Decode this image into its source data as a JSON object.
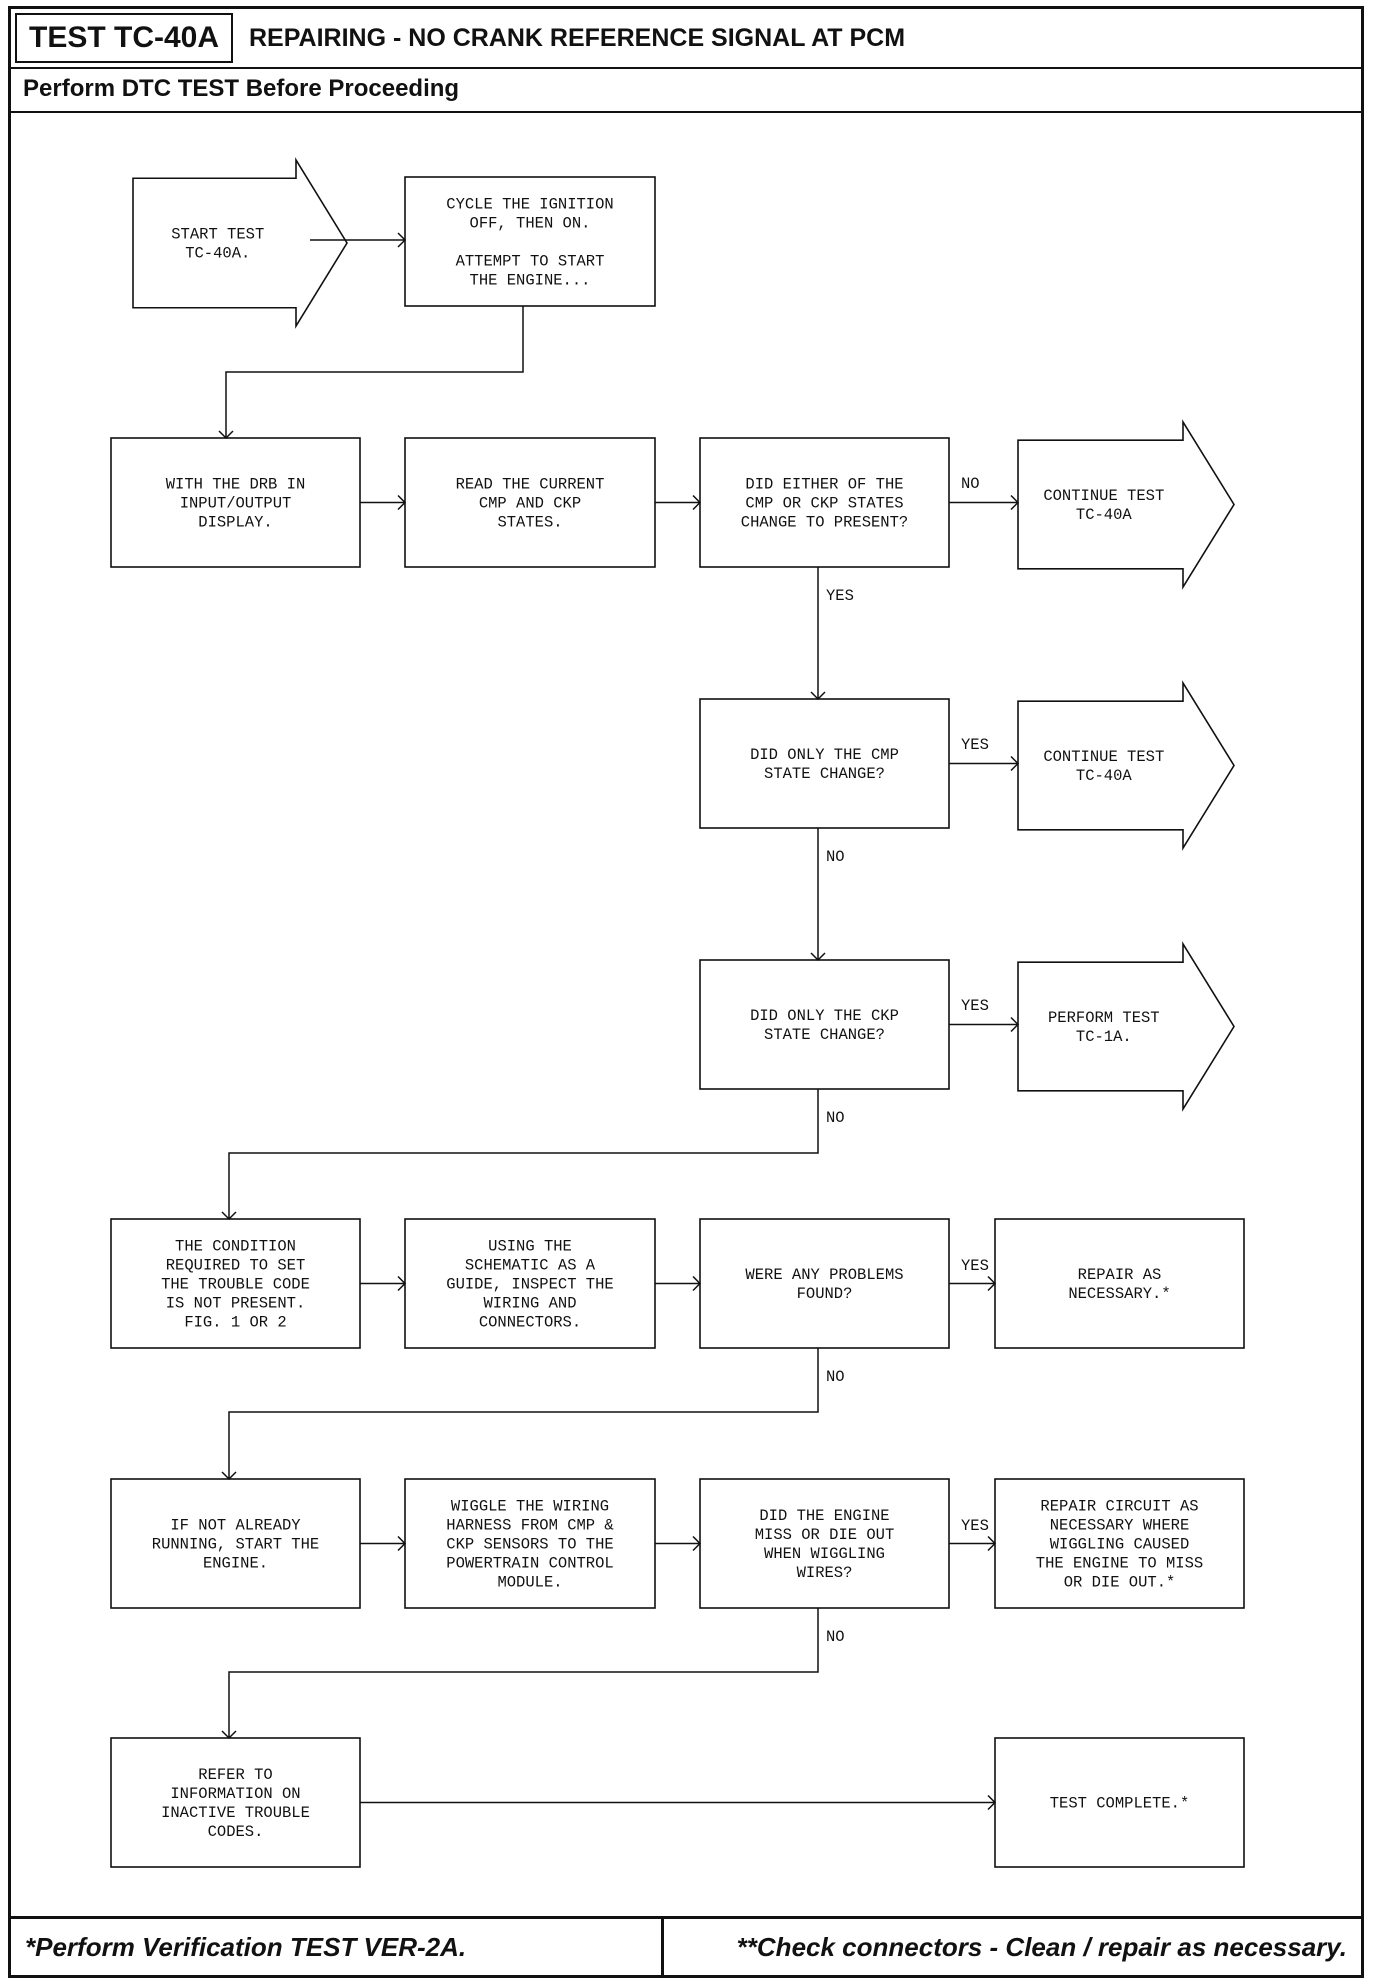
{
  "header": {
    "test_id": "TEST TC-40A",
    "title": "REPAIRING - NO CRANK REFERENCE SIGNAL AT PCM",
    "pre_note": "Perform DTC TEST Before Proceeding"
  },
  "nodes": [
    {
      "id": "start",
      "shape": "arrow",
      "lines": [
        "START TEST",
        "TC-40A."
      ]
    },
    {
      "id": "cycle",
      "shape": "box",
      "lines": [
        "CYCLE THE IGNITION",
        "OFF, THEN ON.",
        "",
        "ATTEMPT TO START",
        "THE ENGINE..."
      ]
    },
    {
      "id": "drb",
      "shape": "box",
      "lines": [
        "WITH THE DRB IN",
        "INPUT/OUTPUT",
        "DISPLAY."
      ]
    },
    {
      "id": "read",
      "shape": "box",
      "lines": [
        "READ THE CURRENT",
        "CMP AND CKP",
        "STATES."
      ]
    },
    {
      "id": "either",
      "shape": "box",
      "lines": [
        "DID EITHER OF THE",
        "CMP OR CKP STATES",
        "CHANGE TO PRESENT?"
      ]
    },
    {
      "id": "cont1",
      "shape": "arrow",
      "lines": [
        "CONTINUE TEST",
        "TC-40A"
      ]
    },
    {
      "id": "cmp",
      "shape": "box",
      "lines": [
        "DID ONLY THE CMP",
        "STATE CHANGE?"
      ]
    },
    {
      "id": "cont2",
      "shape": "arrow",
      "lines": [
        "CONTINUE TEST",
        "TC-40A"
      ]
    },
    {
      "id": "ckp",
      "shape": "box",
      "lines": [
        "DID ONLY THE CKP",
        "STATE CHANGE?"
      ]
    },
    {
      "id": "tc1a",
      "shape": "arrow",
      "lines": [
        "PERFORM TEST",
        "TC-1A."
      ]
    },
    {
      "id": "cond",
      "shape": "box",
      "lines": [
        "THE CONDITION",
        "REQUIRED TO SET",
        "THE TROUBLE CODE",
        "IS NOT PRESENT.",
        "FIG. 1 OR 2"
      ]
    },
    {
      "id": "inspect",
      "shape": "box",
      "lines": [
        "USING THE",
        "SCHEMATIC AS A",
        "GUIDE, INSPECT THE",
        "WIRING AND",
        "CONNECTORS."
      ]
    },
    {
      "id": "problems",
      "shape": "box",
      "lines": [
        "WERE ANY PROBLEMS",
        "FOUND?"
      ]
    },
    {
      "id": "repair1",
      "shape": "box",
      "lines": [
        "REPAIR AS",
        "NECESSARY.*"
      ]
    },
    {
      "id": "running",
      "shape": "box",
      "lines": [
        "IF NOT ALREADY",
        "RUNNING, START THE",
        "ENGINE."
      ]
    },
    {
      "id": "wiggle",
      "shape": "box",
      "lines": [
        "WIGGLE THE WIRING",
        "HARNESS FROM CMP &",
        "CKP SENSORS TO THE",
        "POWERTRAIN CONTROL",
        "MODULE."
      ]
    },
    {
      "id": "miss",
      "shape": "box",
      "lines": [
        "DID THE ENGINE",
        "MISS OR DIE OUT",
        "WHEN WIGGLING",
        "WIRES?"
      ]
    },
    {
      "id": "repair2",
      "shape": "box",
      "lines": [
        "REPAIR CIRCUIT AS",
        "NECESSARY WHERE",
        "WIGGLING CAUSED",
        "THE ENGINE TO MISS",
        "OR DIE OUT.*"
      ]
    },
    {
      "id": "refer",
      "shape": "box",
      "lines": [
        "REFER TO",
        "INFORMATION ON",
        "INACTIVE TROUBLE",
        "CODES."
      ]
    },
    {
      "id": "complete",
      "shape": "box",
      "lines": [
        "TEST COMPLETE.*"
      ]
    }
  ],
  "edges": [
    {
      "from": "start",
      "to": "cycle",
      "label": ""
    },
    {
      "from": "cycle",
      "to": "drb",
      "label": ""
    },
    {
      "from": "drb",
      "to": "read",
      "label": ""
    },
    {
      "from": "read",
      "to": "either",
      "label": ""
    },
    {
      "from": "either",
      "to": "cont1",
      "label": "NO"
    },
    {
      "from": "either",
      "to": "cmp",
      "label": "YES"
    },
    {
      "from": "cmp",
      "to": "cont2",
      "label": "YES"
    },
    {
      "from": "cmp",
      "to": "ckp",
      "label": "NO"
    },
    {
      "from": "ckp",
      "to": "tc1a",
      "label": "YES"
    },
    {
      "from": "ckp",
      "to": "cond",
      "label": "NO"
    },
    {
      "from": "cond",
      "to": "inspect",
      "label": ""
    },
    {
      "from": "inspect",
      "to": "problems",
      "label": ""
    },
    {
      "from": "problems",
      "to": "repair1",
      "label": "YES"
    },
    {
      "from": "problems",
      "to": "running",
      "label": "NO"
    },
    {
      "from": "running",
      "to": "wiggle",
      "label": ""
    },
    {
      "from": "wiggle",
      "to": "miss",
      "label": ""
    },
    {
      "from": "miss",
      "to": "repair2",
      "label": "YES"
    },
    {
      "from": "miss",
      "to": "refer",
      "label": "NO"
    },
    {
      "from": "refer",
      "to": "complete",
      "label": ""
    }
  ],
  "footer": {
    "left_note": "*Perform Verification TEST VER-2A.",
    "right_note": "**Check connectors - Clean / repair as necessary."
  }
}
